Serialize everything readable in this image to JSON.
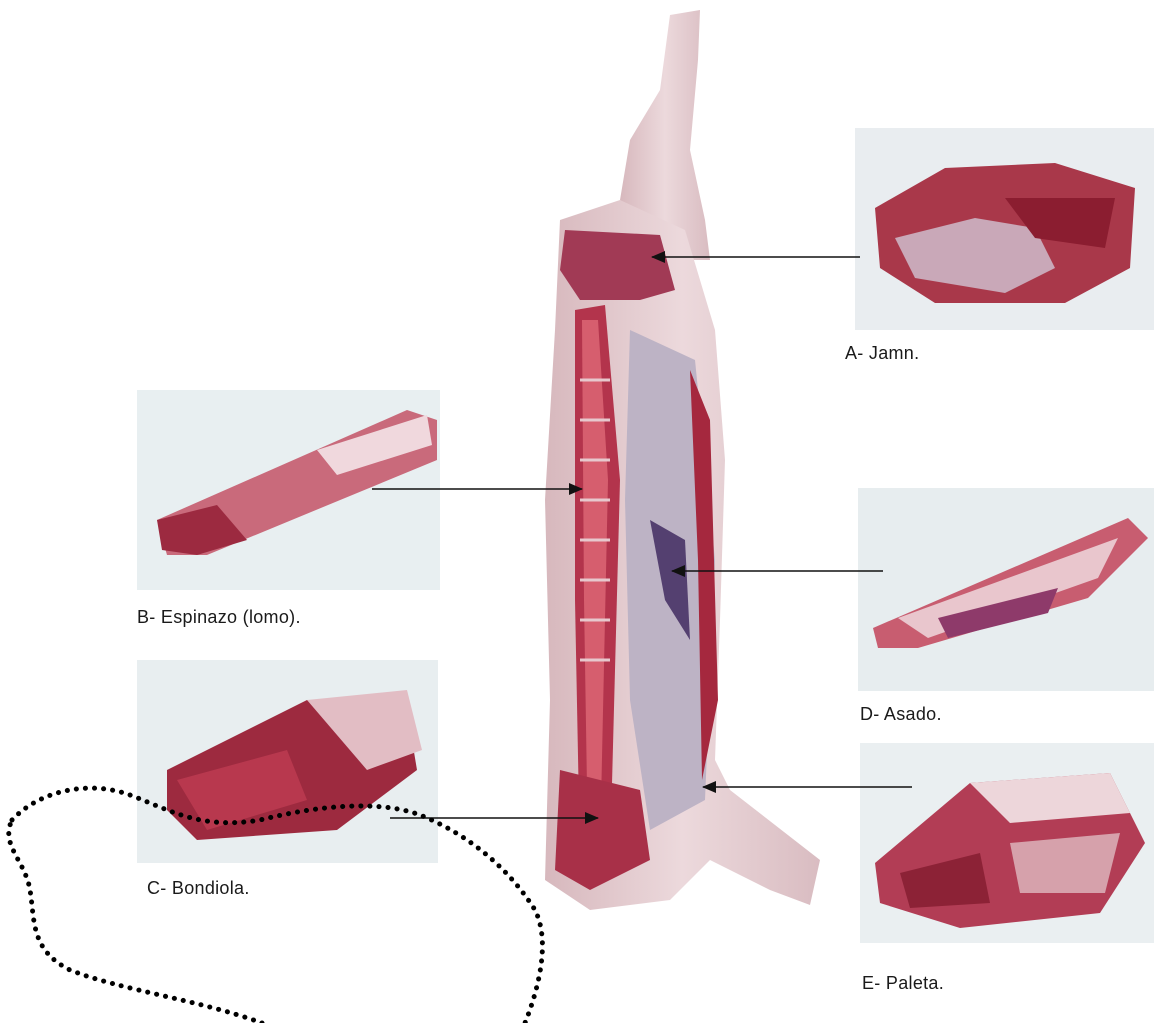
{
  "cuts": [
    {
      "id": "A",
      "label": "A-  Jamn."
    },
    {
      "id": "B",
      "label": "B- Espinazo (lomo)."
    },
    {
      "id": "C",
      "label": "C- Bondiola."
    },
    {
      "id": "D",
      "label": "D- Asado."
    },
    {
      "id": "E",
      "label": "E- Paleta."
    }
  ],
  "colors": {
    "meat": "#b23a4e",
    "meat_dark": "#8a2036",
    "fat": "#f1e3e6",
    "photo_bg": "#e8ecee",
    "arrow": "#111111",
    "dotted_outline": "#000000"
  }
}
